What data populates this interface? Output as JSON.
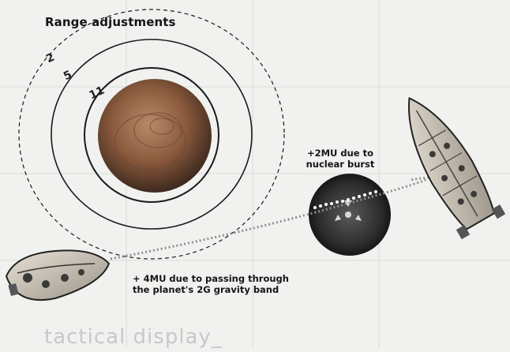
{
  "title": "Range adjustments",
  "rings": [
    {
      "label": "2"
    },
    {
      "label": "5"
    },
    {
      "label": "11"
    }
  ],
  "notes": {
    "burst_line1": "+2MU due to",
    "burst_line2": "nuclear burst",
    "gravity_line1": "+ 4MU due to passing through",
    "gravity_line2": "the planet's 2G gravity band"
  },
  "footer": "tactical display_",
  "colors": {
    "background": "#f1f1ef",
    "planet": "#8a5a3c",
    "burst": "#2a2a2a",
    "ring": "#1a1a1a"
  }
}
